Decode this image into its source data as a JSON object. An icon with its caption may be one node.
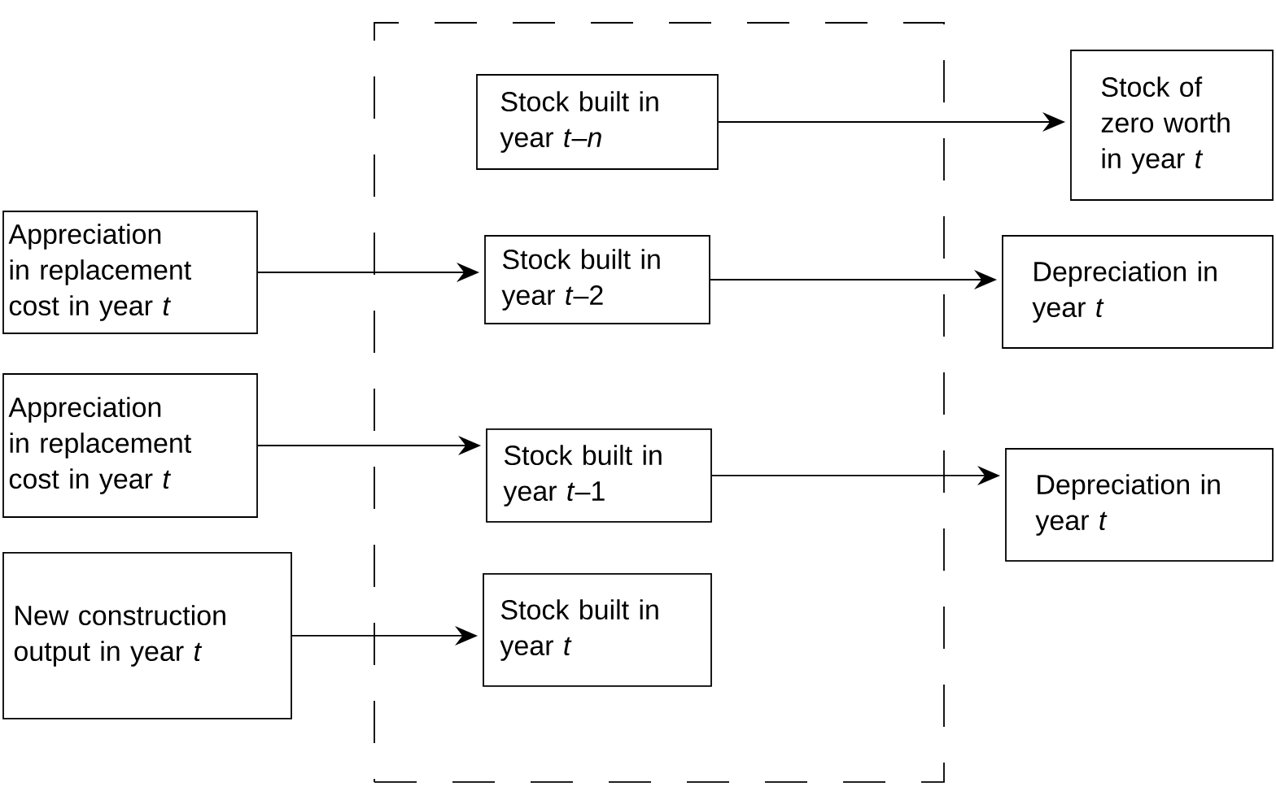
{
  "diagram": {
    "nodes": [
      {
        "text": [],
        "shape": "box"
      },
      {
        "text": [
          "Stock built in year *t*–*n*"
        ],
        "in": 0
      },
      {
        "text": [
          "Stock of zero worth in year *t*"
        ]
      },
      {
        "text": [
          "Appreciation in replacement cost in year *t*"
        ]
      },
      {
        "text": [
          "Stock built in year *t*–2"
        ],
        "in": 0
      },
      {
        "text": [
          "Depreciation in year *t*"
        ]
      },
      {
        "text": [
          "Appreciation in replacement cost in year *t*"
        ]
      },
      {
        "text": [
          "Stock built in year *t*–1"
        ],
        "in": 0
      },
      {
        "text": [
          "Depreciation in year *t*"
        ]
      },
      {
        "text": [
          "New construction output in year *t*"
        ]
      },
      {
        "text": [
          "Stock built in year *t*"
        ],
        "in": 0
      }
    ],
    "edges": [
      {
        "from": 1,
        "to": 2,
        "arrow": "to"
      },
      {
        "from": 3,
        "to": 4,
        "arrow": "to"
      },
      {
        "from": 4,
        "to": 5,
        "arrow": "to"
      },
      {
        "from": 6,
        "to": 7,
        "arrow": "to"
      },
      {
        "from": 7,
        "to": 8,
        "arrow": "to"
      },
      {
        "from": 9,
        "to": 10,
        "arrow": "to"
      }
    ]
  }
}
